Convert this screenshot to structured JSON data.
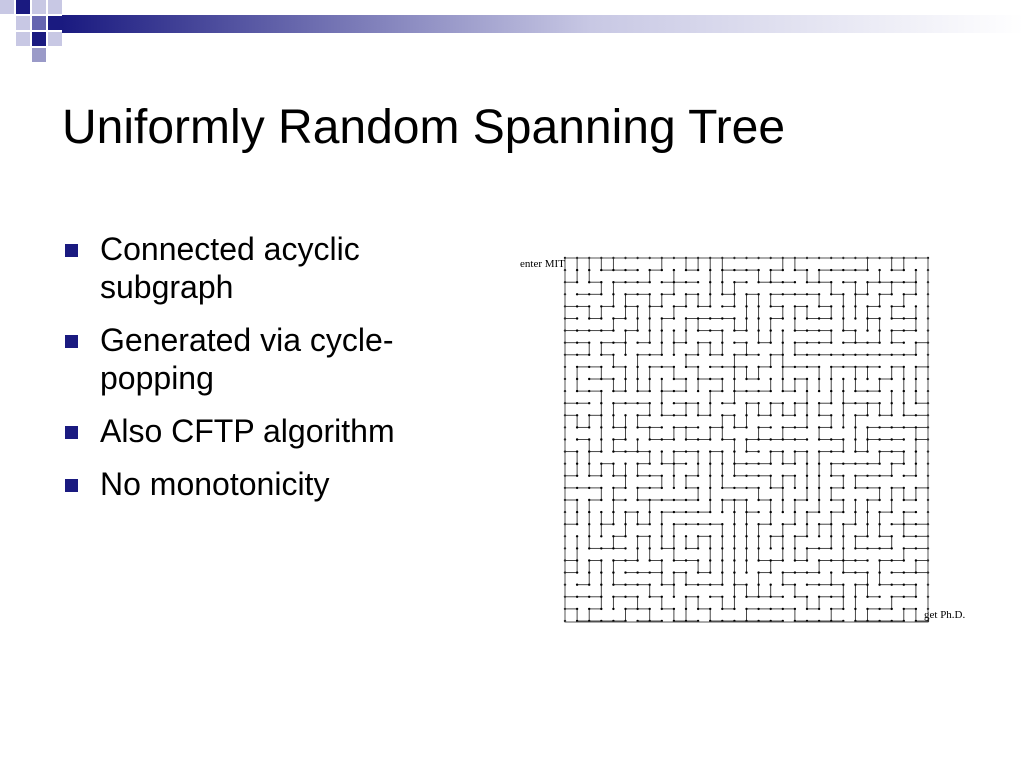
{
  "slide": {
    "title": "Uniformly Random Spanning Tree",
    "bullets": [
      "Connected acyclic subgraph",
      "Generated via cycle-popping",
      "Also CFTP algorithm",
      "No monotonicity"
    ]
  },
  "figure": {
    "start_label": "enter MIT",
    "end_label": "get Ph.D."
  },
  "colors": {
    "accent_dark": "#1a1a80",
    "accent_mid": "#6666b0",
    "accent_light": "#c8c8e4",
    "text": "#000000"
  }
}
